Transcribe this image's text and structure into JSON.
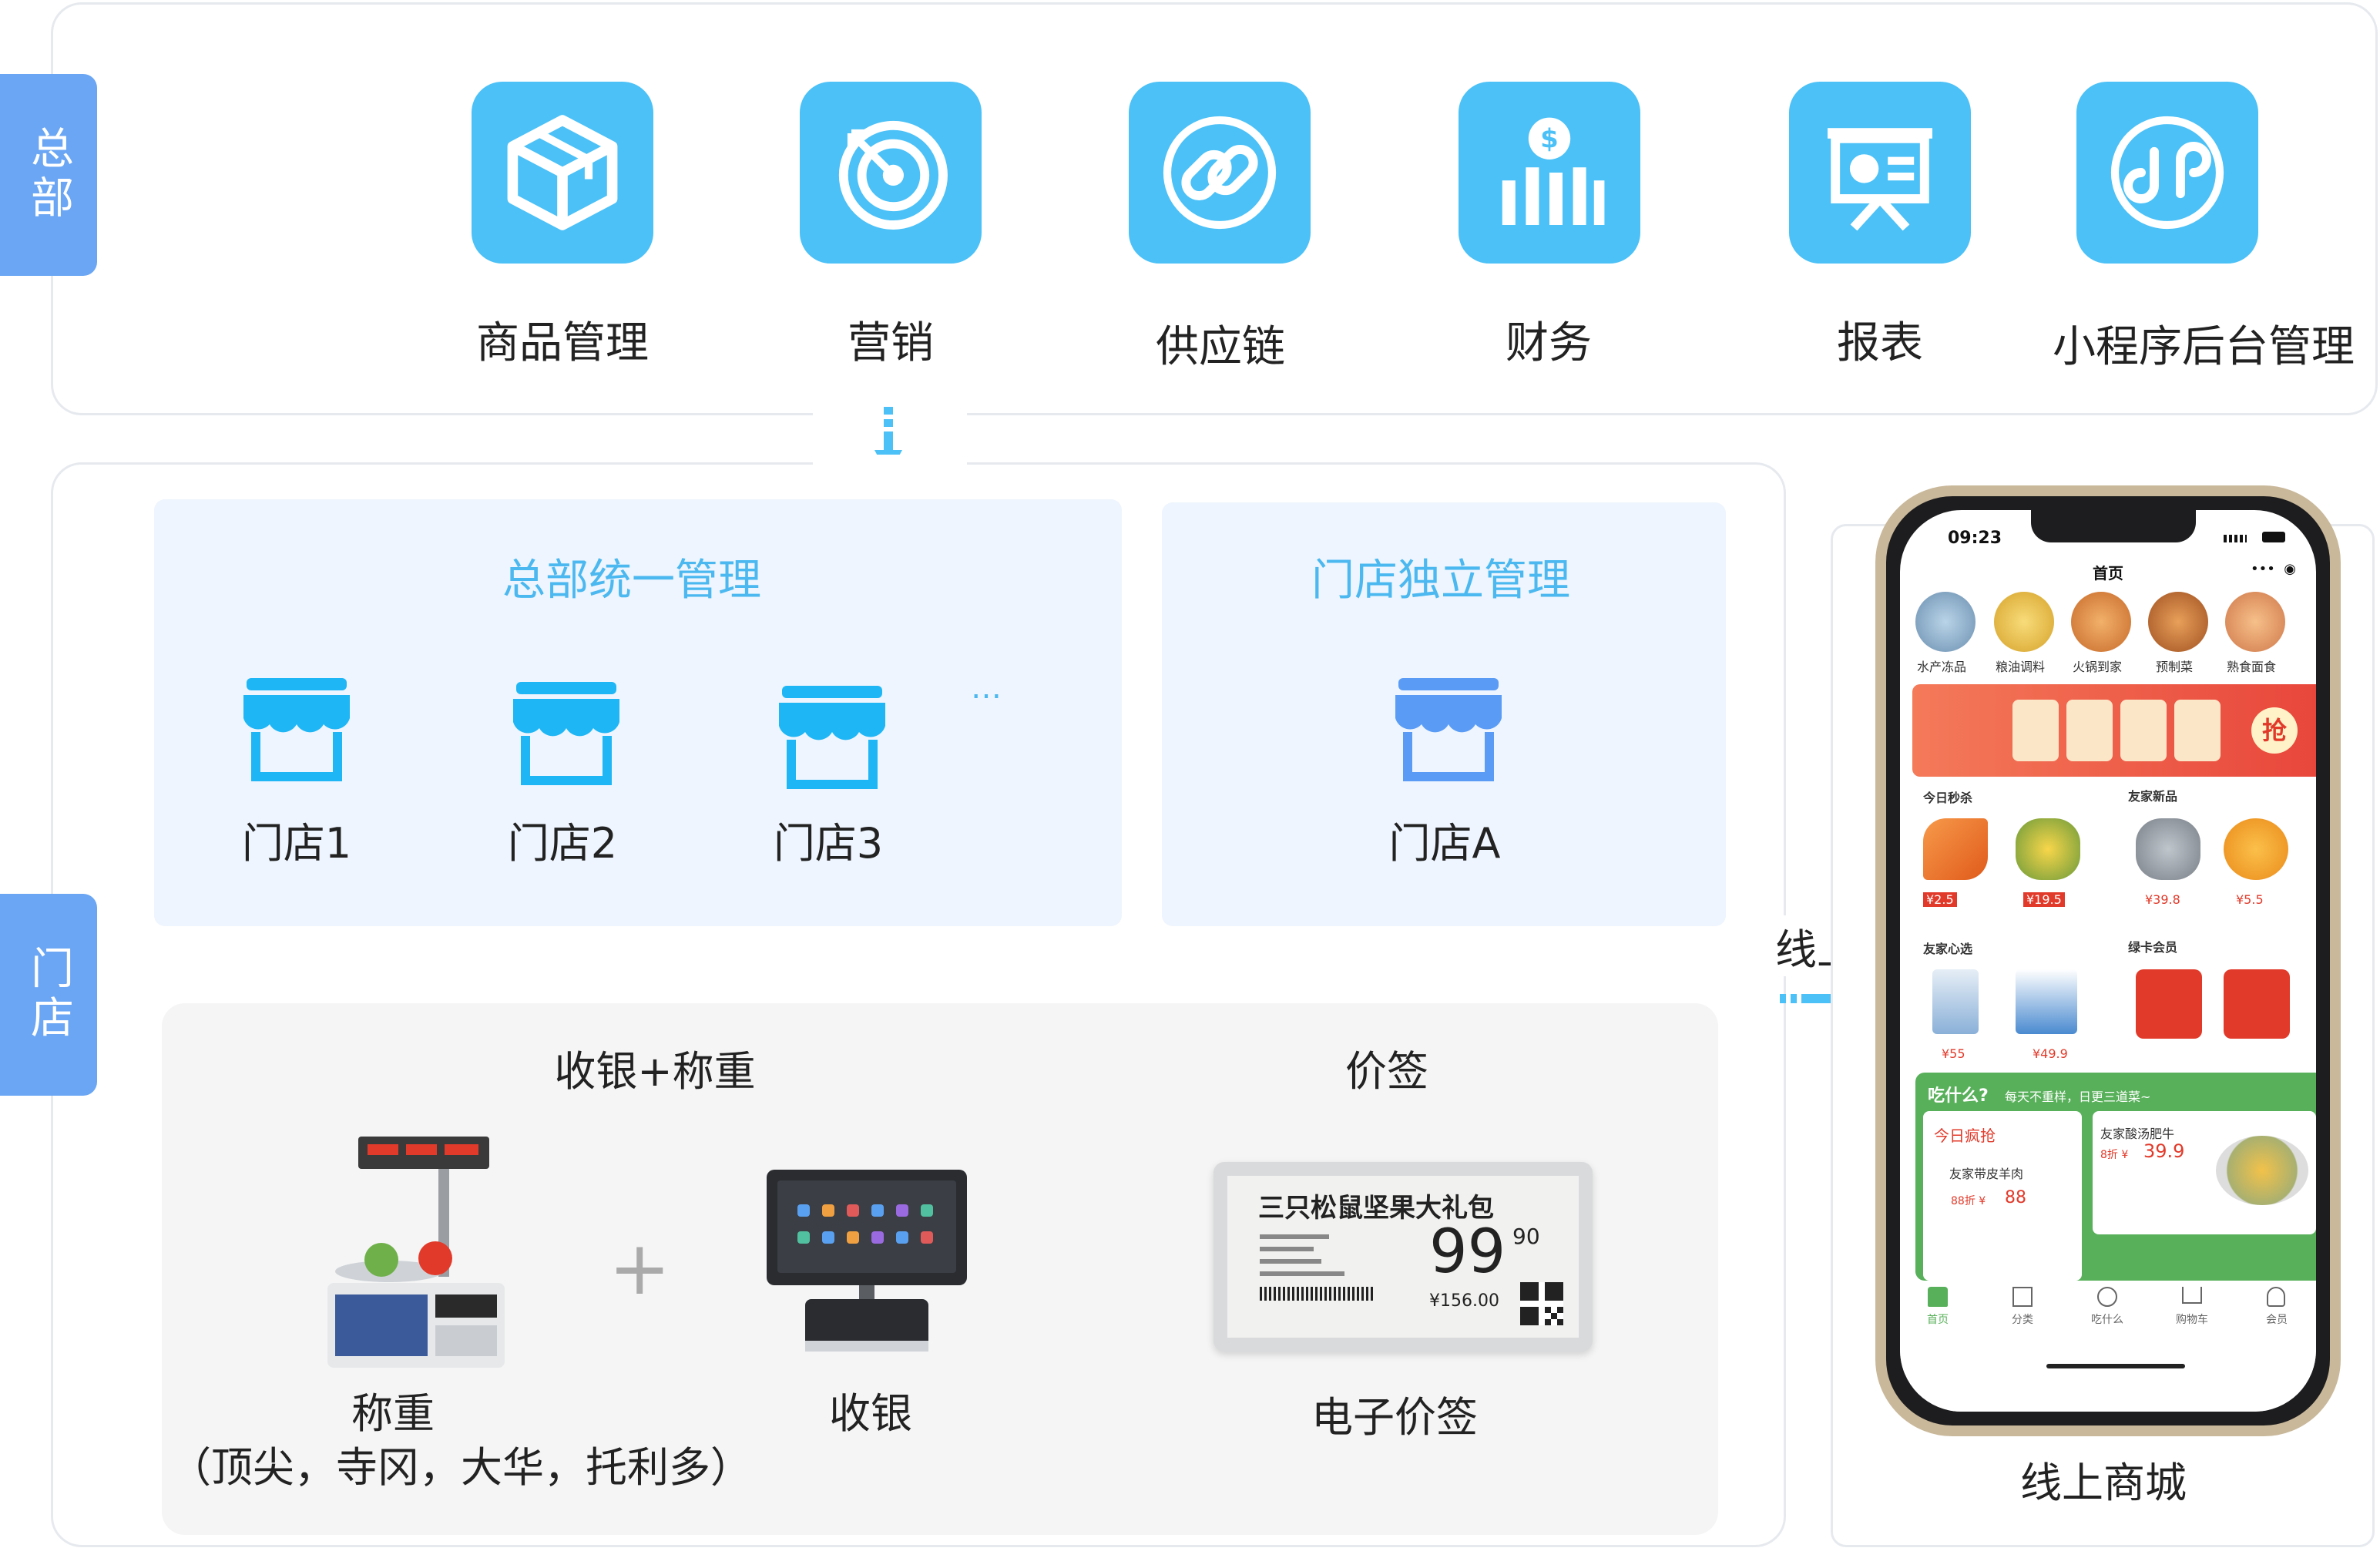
{
  "tags": {
    "hq": "总部",
    "store": "门店"
  },
  "hq_modules": [
    {
      "label": "商品管理",
      "icon": "box-icon"
    },
    {
      "label": "营销",
      "icon": "target-icon"
    },
    {
      "label": "供应链",
      "icon": "chain-link-icon"
    },
    {
      "label": "财务",
      "icon": "finance-chart-icon"
    },
    {
      "label": "报表",
      "icon": "report-board-icon"
    },
    {
      "label": "小程序后台管理",
      "icon": "mini-program-icon"
    }
  ],
  "unified": {
    "title": "总部统一管理",
    "stores": [
      "门店1",
      "门店2",
      "门店3"
    ],
    "more": "…"
  },
  "independent": {
    "title": "门店独立管理",
    "store": "门店A"
  },
  "devices": {
    "cashier_title": "收银+称重",
    "scale_label": "称重",
    "scale_brands": "（顶尖，寺冈，大华，托利多）",
    "plus": "+",
    "pos_label": "收银",
    "tag_title": "价签",
    "tag_label": "电子价签",
    "price_tag": {
      "product": "三只松鼠坚果大礼包",
      "price_int": "99",
      "price_dec": "90",
      "orig_price": "¥156.00"
    }
  },
  "online": {
    "label": "线上",
    "mall_label": "线上商城"
  },
  "phone": {
    "time": "09:23",
    "nav_title": "首页",
    "categories": [
      "水产冻品",
      "粮油调料",
      "火锅到家",
      "预制菜",
      "熟食面食"
    ],
    "banner_grab": "抢",
    "flash_sale": "今日秒杀",
    "new_items": "友家新品",
    "flash_prices": [
      "¥2.5",
      "¥19.5"
    ],
    "new_prices": [
      "¥39.8",
      "¥5.5"
    ],
    "selected": "友家心选",
    "green_card": "绿卡会员",
    "selected_prices": [
      "¥55",
      "¥49.9"
    ],
    "eat_title": "吃什么?",
    "eat_sub": "每天不重样，日更三道菜~",
    "hot_title": "今日疯抢",
    "hot_item": "友家带皮羊肉",
    "hot_price": "88",
    "hot_discount": "88折 ¥",
    "soup_item": "友家酸汤肥牛",
    "soup_price": "39.9",
    "soup_discount": "8折 ¥",
    "tabs": [
      "首页",
      "分类",
      "吃什么",
      "购物车",
      "会员"
    ]
  },
  "colors": {
    "accent": "#4bc1f7",
    "tag": "#6aa6f4",
    "store_blue": "#1fb6f5",
    "store_blue2": "#5a9cf5"
  }
}
